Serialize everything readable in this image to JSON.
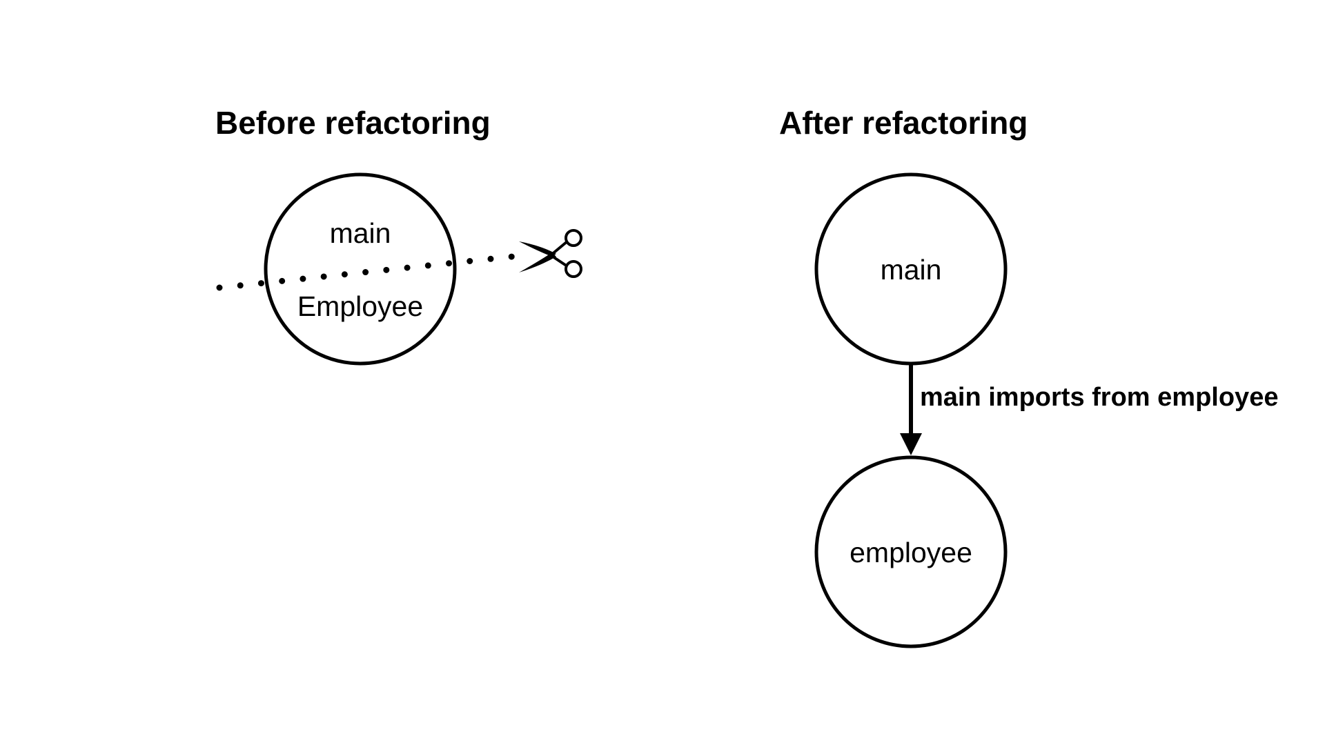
{
  "panels": {
    "before": {
      "title": "Before refactoring",
      "node": {
        "top_label": "main",
        "bottom_label": "Employee"
      },
      "cut_icon": "scissors-icon"
    },
    "after": {
      "title": "After refactoring",
      "nodes": {
        "main": "main",
        "employee": "employee"
      },
      "edge": {
        "label": "main imports from employee",
        "from": "main",
        "to": "employee"
      }
    }
  },
  "colors": {
    "stroke": "#000000",
    "background": "#ffffff"
  }
}
